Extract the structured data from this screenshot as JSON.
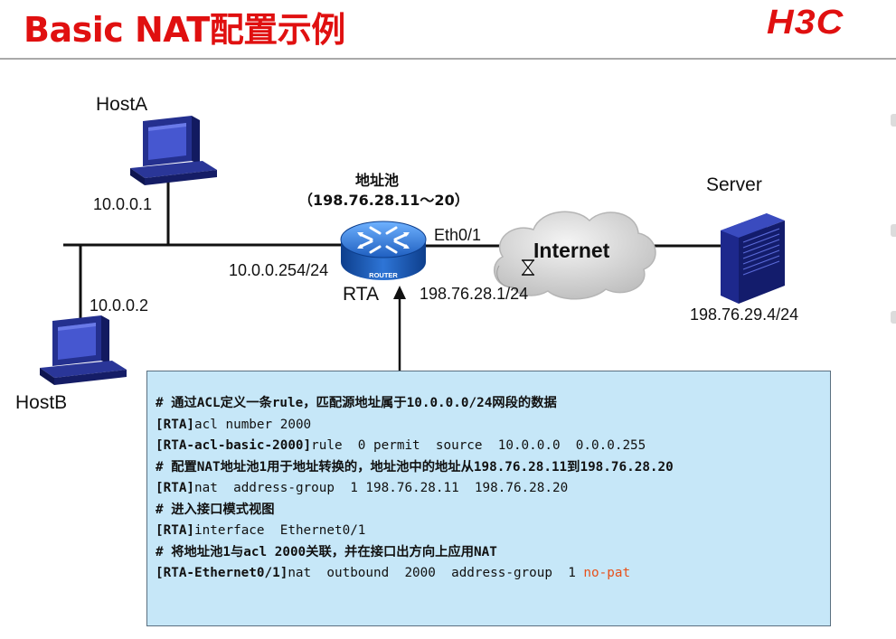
{
  "slide": {
    "title": "Basic NAT配置示例",
    "logo_text": "H3C"
  },
  "diagram": {
    "hostA": {
      "name": "HostA",
      "ip": "10.0.0.1"
    },
    "hostB": {
      "name": "HostB",
      "ip": "10.0.0.2"
    },
    "router": {
      "name": "RTA",
      "badge": "ROUTER",
      "inside_ip": "10.0.0.254/24",
      "outside_interface": "Eth0/1",
      "outside_ip": "198.76.28.1/24"
    },
    "address_pool": {
      "title": "地址池",
      "range": "（198.76.28.11～20）"
    },
    "cloud": {
      "label": "Internet"
    },
    "server": {
      "name": "Server",
      "ip": "198.76.29.4/24"
    }
  },
  "config": {
    "lines": [
      {
        "kind": "comment",
        "text": "# 通过ACL定义一条rule，匹配源地址属于10.0.0.0/24网段的数据"
      },
      {
        "kind": "command",
        "prompt": "[RTA]",
        "text": "acl number 2000"
      },
      {
        "kind": "command",
        "prompt": "[RTA-acl-basic-2000]",
        "text": "rule  0 permit  source  10.0.0.0  0.0.0.255"
      },
      {
        "kind": "comment",
        "text": "# 配置NAT地址池1用于地址转换的，地址池中的地址从198.76.28.11到198.76.28.20"
      },
      {
        "kind": "command",
        "prompt": "[RTA]",
        "text": "nat  address-group  1 198.76.28.11  198.76.28.20"
      },
      {
        "kind": "comment",
        "text": "# 进入接口模式视图"
      },
      {
        "kind": "command",
        "prompt": "[RTA]",
        "text": "interface  Ethernet0/1"
      },
      {
        "kind": "comment",
        "text": "# 将地址池1与acl 2000关联，并在接口出方向上应用NAT"
      },
      {
        "kind": "command",
        "prompt": "[RTA-Ethernet0/1]",
        "text": "nat  outbound  2000  address-group  1 ",
        "highlight": "no-pat"
      }
    ]
  },
  "colors": {
    "title_red": "#e01010",
    "config_bg": "#c6e7f8",
    "highlight_orange": "#e8501a",
    "router_blue": "#2a6fc8",
    "device_navy": "#1c2b8c"
  }
}
